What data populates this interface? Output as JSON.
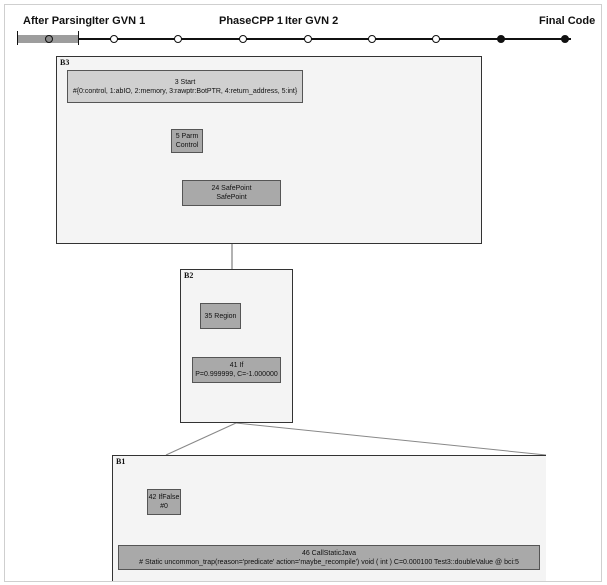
{
  "timeline": {
    "phases": [
      "After Parsing",
      "Iter GVN 1",
      "PhaseCPP 1",
      "Iter GVN 2",
      "Final Code"
    ]
  },
  "blocks": {
    "b3": {
      "label": "B3",
      "start": {
        "title": "3 Start",
        "text": "#{0:control, 1:abIO, 2:memory, 3:rawptr:BotPTR, 4:return_address, 5:int}"
      },
      "parm": {
        "title": "5 Parm",
        "text": "Control"
      },
      "safepoint": {
        "title": "24 SafePoint",
        "text": "SafePoint"
      }
    },
    "b2": {
      "label": "B2",
      "region": {
        "title": "35 Region"
      },
      "if": {
        "title": "41 If",
        "text": "P=0.999999, C=-1.000000"
      }
    },
    "b1": {
      "label": "B1",
      "iffalse": {
        "title": "42 IfFalse",
        "text": "#0"
      },
      "call": {
        "title": "46 CallStaticJava",
        "text": "# Static uncommon_trap(reason='predicate' action='maybe_recompile')  void ( int ) C=0.000100 Test3::doubleValue @ bci:5"
      }
    }
  }
}
